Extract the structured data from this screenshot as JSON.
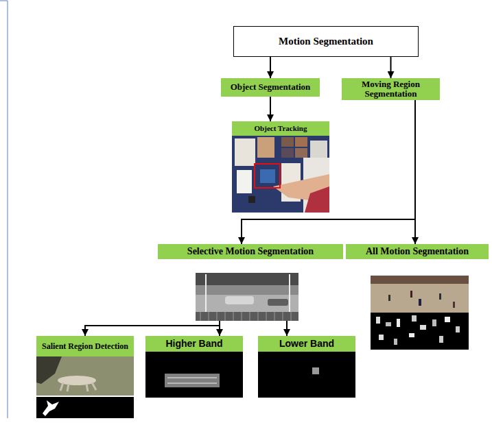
{
  "diagram": {
    "nodes": [
      {
        "text": [
          "Motion Segmentation"
        ]
      },
      {
        "text": [
          "Object Segmentation"
        ]
      },
      {
        "text": [
          "Moving Region Segmentation"
        ]
      },
      {
        "text": [
          "Object Tracking"
        ]
      },
      {
        "text": [
          "Selective Motion Segmentation"
        ]
      },
      {
        "text": [
          "All Motion Segmentation"
        ]
      },
      {
        "text": [
          "Salient Region Detection"
        ]
      },
      {
        "text": [
          "Higher Band"
        ]
      },
      {
        "text": [
          "Lower Band"
        ]
      }
    ],
    "edges": [
      {
        "from": 0,
        "to": 1,
        "arrow": "to"
      },
      {
        "from": 0,
        "to": 2,
        "arrow": "to"
      },
      {
        "from": 1,
        "to": 3,
        "arrow": "to"
      },
      {
        "from": 2,
        "to": 4,
        "arrow": "to"
      },
      {
        "from": 2,
        "to": 5,
        "arrow": "to"
      },
      {
        "from": 4,
        "to": 6,
        "arrow": "to"
      },
      {
        "from": 4,
        "to": 7,
        "arrow": "to"
      },
      {
        "from": 4,
        "to": 8,
        "arrow": "to"
      }
    ]
  }
}
